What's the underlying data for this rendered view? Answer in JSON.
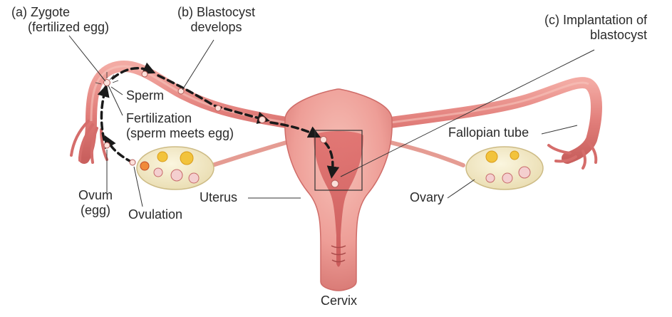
{
  "labels": {
    "zygote_line1": "(a) Zygote",
    "zygote_line2": "(fertilized egg)",
    "blastocyst_line1": "(b) Blastocyst",
    "blastocyst_line2": "develops",
    "implant_line1": "(c) Implantation of",
    "implant_line2": "blastocyst",
    "sperm": "Sperm",
    "fertilization_line1": "Fertilization",
    "fertilization_line2": "(sperm meets egg)",
    "fallopian_tube": "Fallopian tube",
    "ovum_line1": "Ovum",
    "ovum_line2": "(egg)",
    "ovulation": "Ovulation",
    "uterus": "Uterus",
    "ovary": "Ovary",
    "cervix": "Cervix"
  },
  "colors": {
    "tissue": "#e88a86",
    "tissue_dark": "#c95a5a",
    "tissue_light": "#f5b7ae",
    "ovary": "#f4ecc8",
    "follicle": "#f2c33c",
    "arrow": "#1a1a1a",
    "leader": "#333333"
  }
}
